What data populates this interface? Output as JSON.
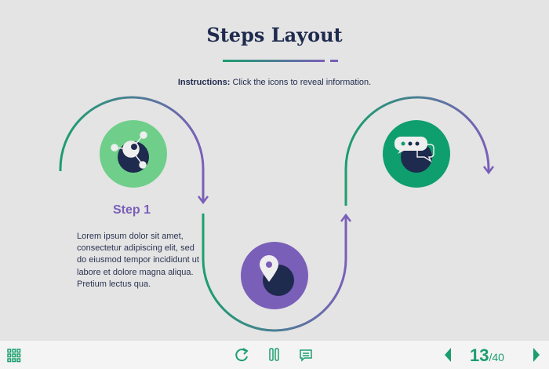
{
  "header": {
    "title": "Steps Layout",
    "instructions_label": "Instructions:",
    "instructions_text": " Click the icons to reveal information."
  },
  "steps": [
    {
      "icon": "network-icon",
      "color": "#6fcf8a",
      "title": "Step 1",
      "body": "Lorem ipsum dolor sit amet, consectetur adipiscing elit, sed do eiusmod tempor incididunt ut labore et dolore magna aliqua. Pretium lectus qua."
    },
    {
      "icon": "location-pin-icon",
      "color": "#7a5fb8"
    },
    {
      "icon": "chat-bubble-icon",
      "color": "#0f9e6e"
    }
  ],
  "footer": {
    "current_page": "13",
    "total_pages": "/40"
  },
  "colors": {
    "accent": "#1b9e6e",
    "purple": "#7a5fb8",
    "navy": "#1e2a4e"
  }
}
